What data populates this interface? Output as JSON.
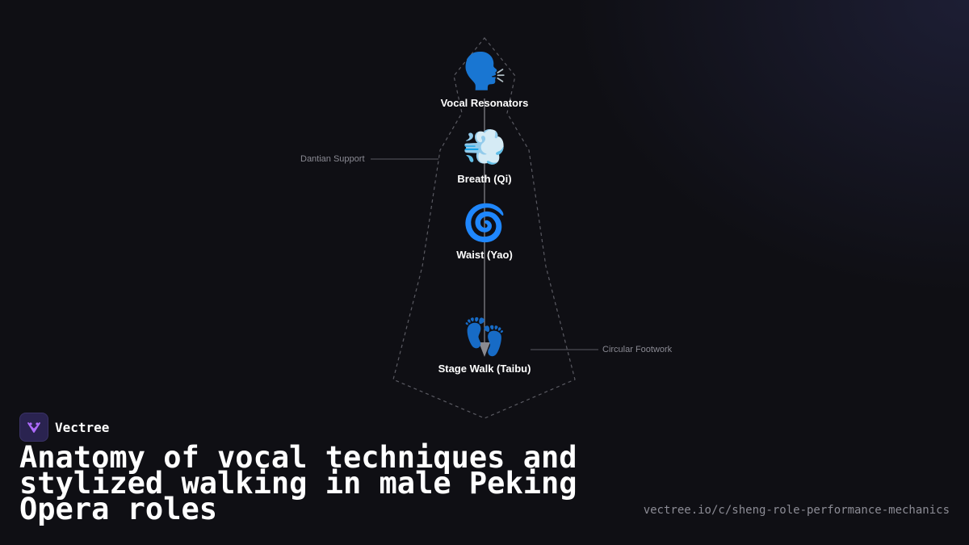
{
  "diagram": {
    "nodes": [
      {
        "icon": "🗣️",
        "icon_name": "speaking-head-icon",
        "label": "Vocal Resonators"
      },
      {
        "icon": "💨",
        "icon_name": "dash-symbol-icon",
        "label": "Breath (Qi)"
      },
      {
        "icon": "🌀",
        "icon_name": "cyclone-icon",
        "label": "Waist (Yao)"
      },
      {
        "icon": "👣",
        "icon_name": "footprints-icon",
        "label": "Stage Walk (Taibu)"
      }
    ],
    "annotations": {
      "dantian": "Dantian Support",
      "footwork": "Circular Footwork"
    }
  },
  "brand": {
    "name": "Vectree",
    "logo_color": "#b06cff"
  },
  "title": "Anatomy of vocal techniques and stylized walking in male Peking Opera roles",
  "url": "vectree.io/c/sheng-role-performance-mechanics"
}
